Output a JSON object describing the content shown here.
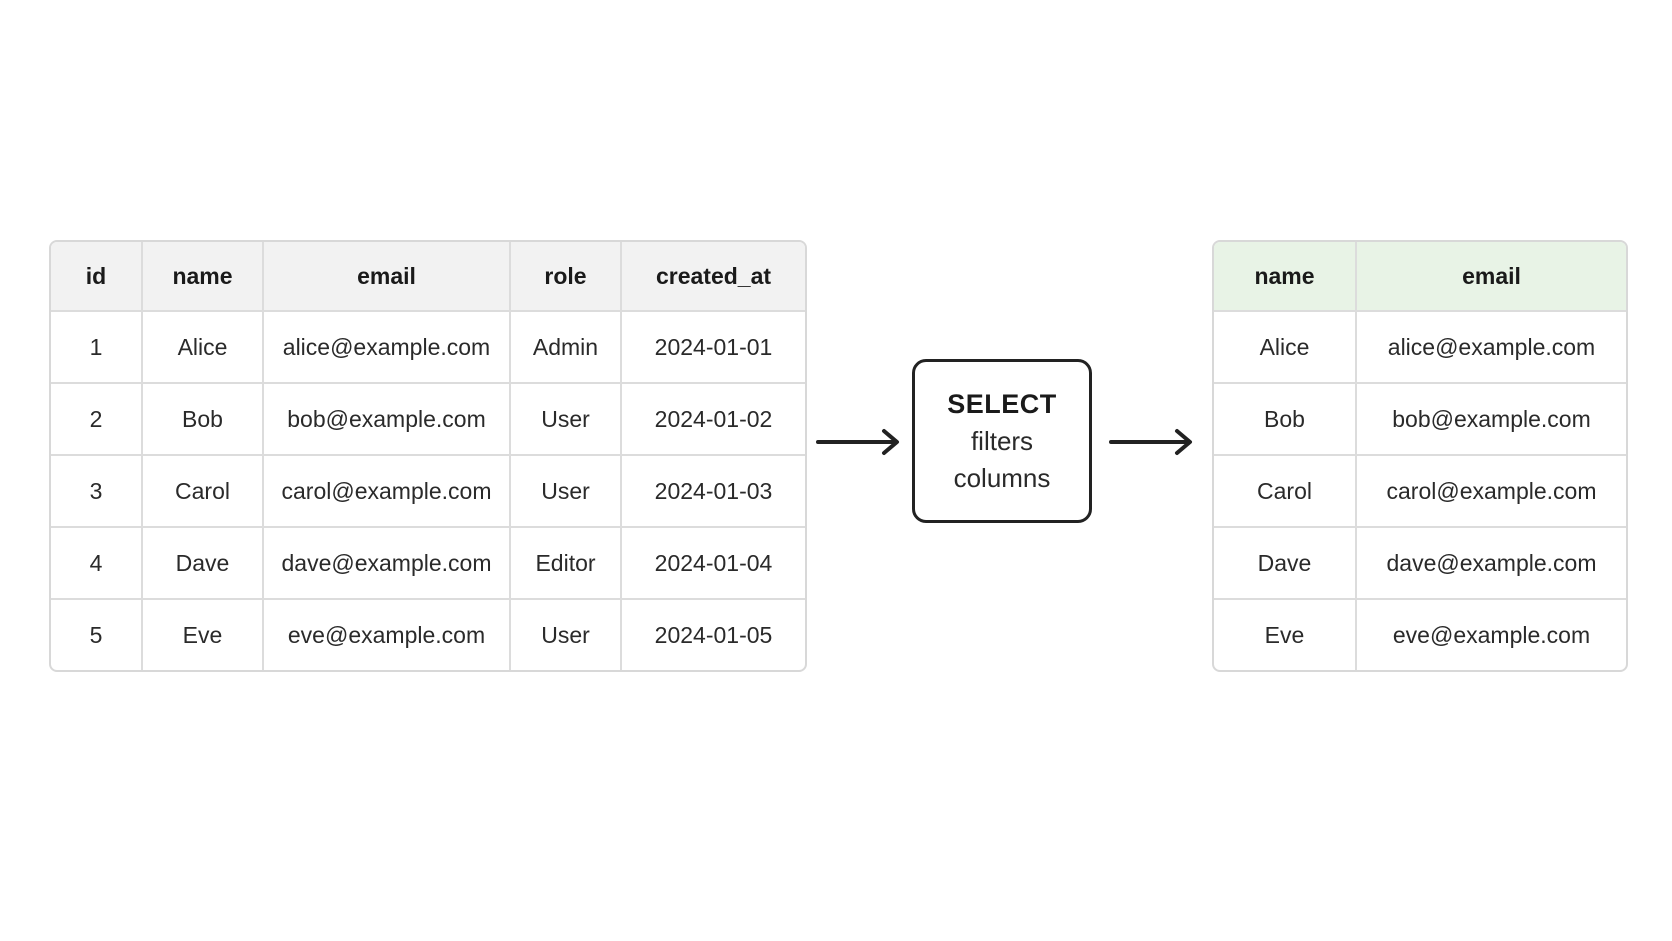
{
  "source_table": {
    "headers": [
      "id",
      "name",
      "email",
      "role",
      "created_at"
    ],
    "rows": [
      [
        "1",
        "Alice",
        "alice@example.com",
        "Admin",
        "2024-01-01"
      ],
      [
        "2",
        "Bob",
        "bob@example.com",
        "User",
        "2024-01-02"
      ],
      [
        "3",
        "Carol",
        "carol@example.com",
        "User",
        "2024-01-03"
      ],
      [
        "4",
        "Dave",
        "dave@example.com",
        "Editor",
        "2024-01-04"
      ],
      [
        "5",
        "Eve",
        "eve@example.com",
        "User",
        "2024-01-05"
      ]
    ]
  },
  "operation": {
    "keyword": "SELECT",
    "line1": "filters",
    "line2": "columns"
  },
  "result_table": {
    "headers": [
      "name",
      "email"
    ],
    "rows": [
      [
        "Alice",
        "alice@example.com"
      ],
      [
        "Bob",
        "bob@example.com"
      ],
      [
        "Carol",
        "carol@example.com"
      ],
      [
        "Dave",
        "dave@example.com"
      ],
      [
        "Eve",
        "eve@example.com"
      ]
    ]
  },
  "colors": {
    "source_header_bg": "#f2f2f2",
    "result_header_bg": "#e8f3e6",
    "border": "#d8d8d8",
    "arrow": "#222222"
  },
  "icons": [
    "arrow-right-icon",
    "arrow-right-icon"
  ]
}
